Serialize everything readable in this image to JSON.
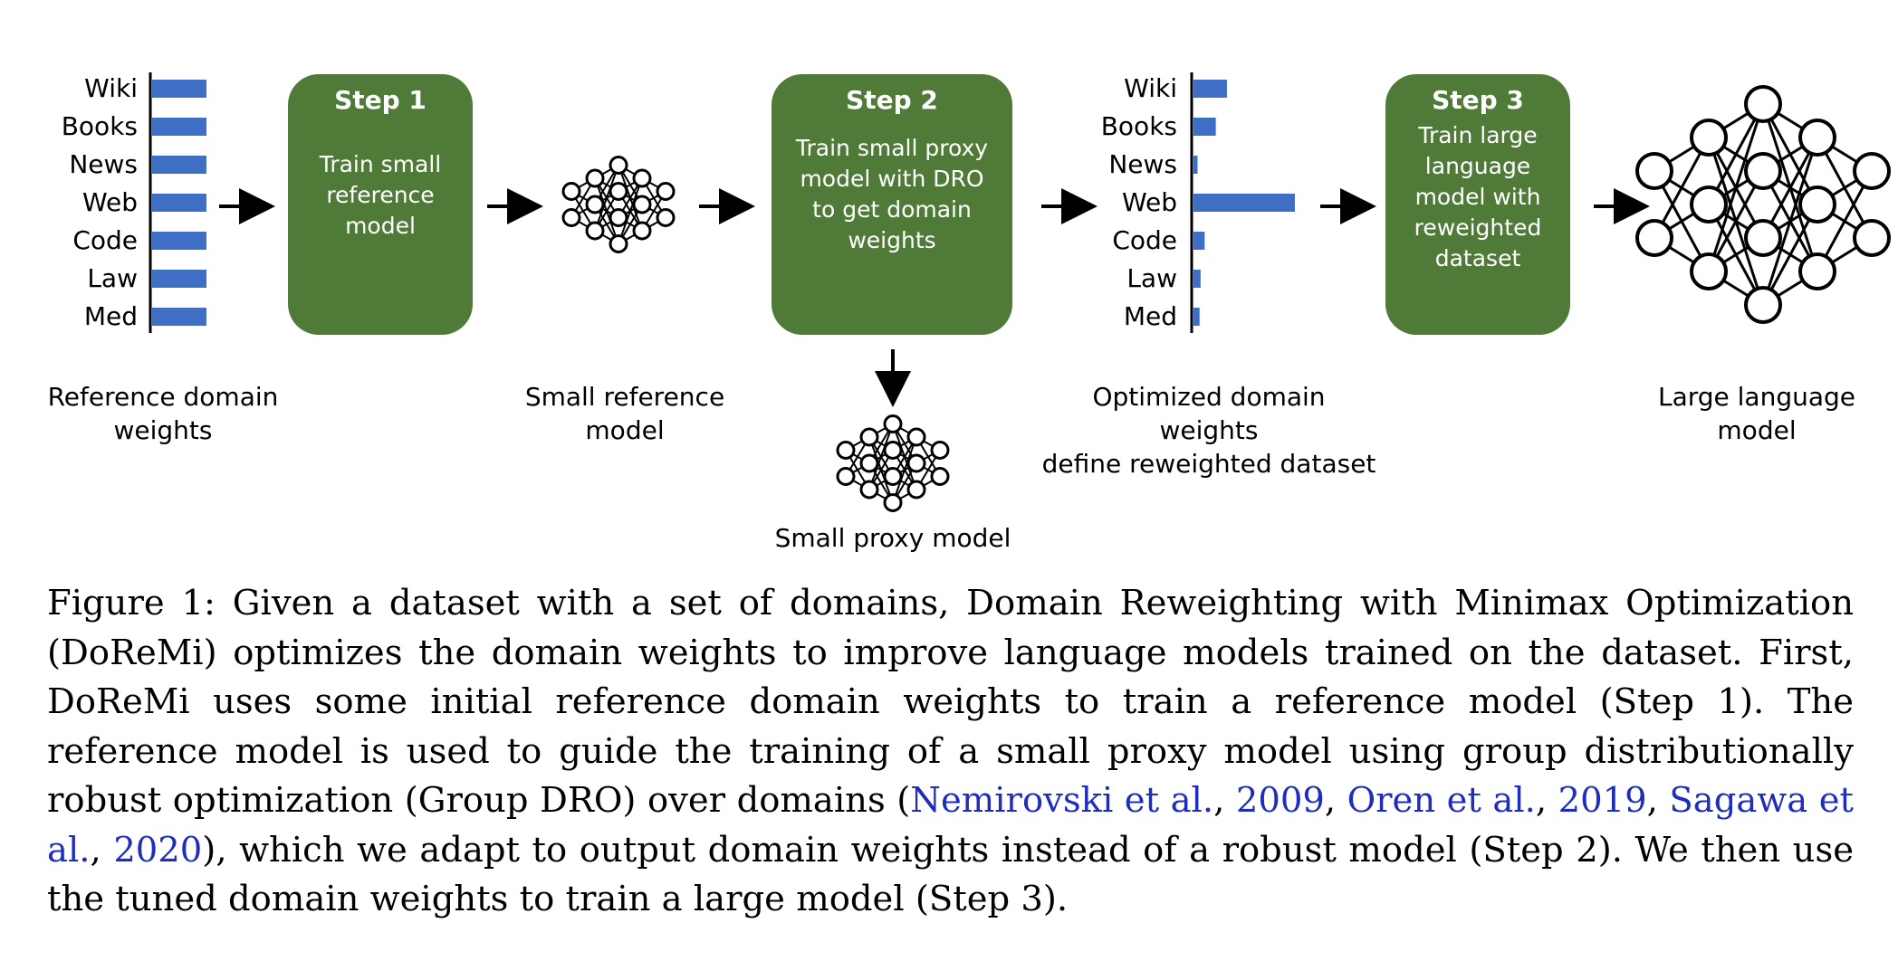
{
  "left_chart": {
    "domains": [
      "Wiki",
      "Books",
      "News",
      "Web",
      "Code",
      "Law",
      "Med"
    ],
    "weights": [
      1,
      1,
      1,
      1,
      1,
      1,
      1
    ],
    "caption_line1": "Reference domain",
    "caption_line2": "weights"
  },
  "step1": {
    "title": "Step 1",
    "lines": [
      "Train small",
      "reference",
      "model"
    ]
  },
  "small_ref_model": {
    "line1": "Small reference",
    "line2": "model"
  },
  "step2": {
    "title": "Step 2",
    "lines": [
      "Train small proxy",
      "model with DRO",
      "to get domain",
      "weights"
    ]
  },
  "small_proxy_model": {
    "label": "Small proxy model"
  },
  "right_chart": {
    "domains": [
      "Wiki",
      "Books",
      "News",
      "Web",
      "Code",
      "Law",
      "Med"
    ],
    "weights": [
      0.33,
      0.22,
      0.04,
      1.0,
      0.11,
      0.07,
      0.06
    ],
    "caption_line1": "Optimized domain weights",
    "caption_line2": "define reweighted dataset"
  },
  "step3": {
    "title": "Step 3",
    "lines": [
      "Train large",
      "language",
      "model with",
      "reweighted",
      "dataset"
    ]
  },
  "large_model": {
    "line1": "Large language",
    "line2": "model"
  },
  "colors": {
    "box_green": "#507A38",
    "bar_blue": "#3F6FC4",
    "citation_blue": "#1F2DBD"
  },
  "caption": {
    "p1": "Figure 1: Given a dataset with a set of domains, Domain Reweighting with Minimax Optimization (DoReMi) optimizes the domain weights to improve language models trained on the dataset. First, DoReMi uses some initial reference domain weights to train a reference model (Step 1). The reference model is used to guide the training of a small proxy model using group distributionally robust optimization (Group DRO) over domains (",
    "c1a": "Nemirovski et al.",
    "s1": ", ",
    "c1b": "2009",
    "s2": ", ",
    "c2a": "Oren et al.",
    "s3": ", ",
    "c2b": "2019",
    "s4": ", ",
    "c3a": "Sagawa et al.",
    "s5": ", ",
    "c3b": "2020",
    "p2": "), which we adapt to output domain weights instead of a robust model (Step 2). We then use the tuned domain weights to train a large model (Step 3)."
  }
}
